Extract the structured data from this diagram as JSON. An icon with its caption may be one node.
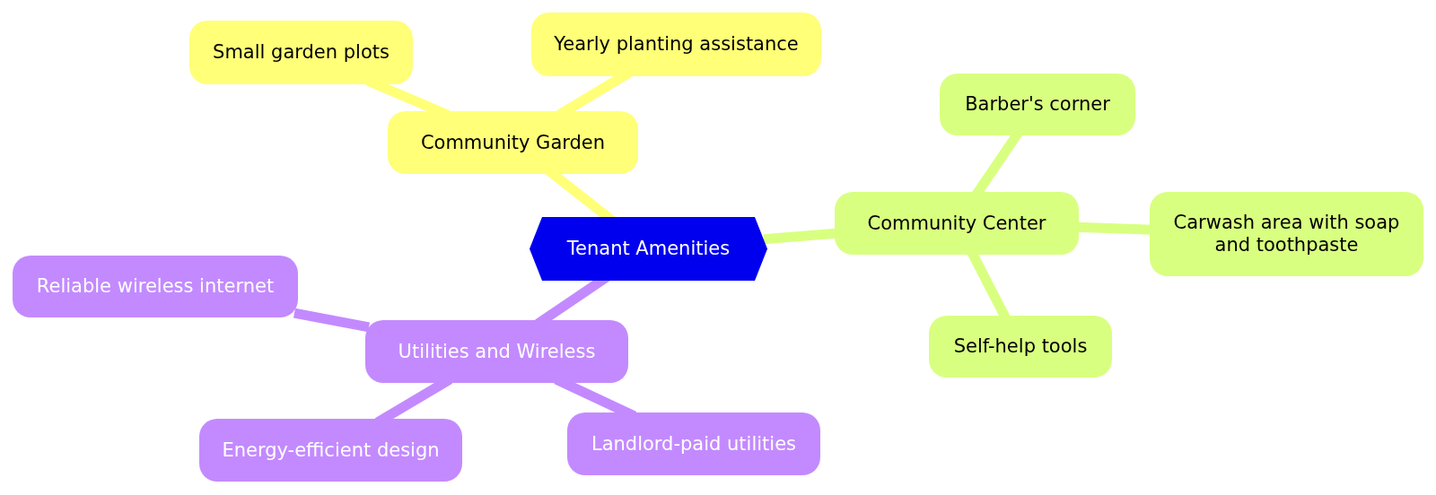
{
  "diagram": {
    "nodes": [
      {
        "text": [
          "Tenant Amenities"
        ]
      },
      {
        "text": [
          "Community Garden"
        ]
      },
      {
        "text": [
          "Small garden plots"
        ]
      },
      {
        "text": [
          "Yearly planting assistance"
        ]
      },
      {
        "text": [
          "Community Center"
        ]
      },
      {
        "text": [
          "Barber's corner"
        ]
      },
      {
        "text": [
          "Carwash area with soap and toothpaste"
        ]
      },
      {
        "text": [
          "Self-help tools"
        ]
      },
      {
        "text": [
          "Utilities and Wireless"
        ]
      },
      {
        "text": [
          "Reliable wireless internet"
        ]
      },
      {
        "text": [
          "Energy-efficient design"
        ]
      },
      {
        "text": [
          "Landlord-paid utilities"
        ]
      }
    ],
    "edges": [
      {
        "from": 0,
        "to": 1,
        "arrow": "none",
        "color": "#ffff78"
      },
      {
        "from": 1,
        "to": 2,
        "arrow": "none",
        "color": "#ffff78"
      },
      {
        "from": 1,
        "to": 3,
        "arrow": "none",
        "color": "#ffff78"
      },
      {
        "from": 0,
        "to": 4,
        "arrow": "none",
        "color": "#d9ff80"
      },
      {
        "from": 4,
        "to": 5,
        "arrow": "none",
        "color": "#d9ff80"
      },
      {
        "from": 4,
        "to": 6,
        "arrow": "none",
        "color": "#d9ff80"
      },
      {
        "from": 4,
        "to": 7,
        "arrow": "none",
        "color": "#d9ff80"
      },
      {
        "from": 0,
        "to": 8,
        "arrow": "none",
        "color": "#c38aff"
      },
      {
        "from": 8,
        "to": 9,
        "arrow": "none",
        "color": "#c38aff"
      },
      {
        "from": 8,
        "to": 10,
        "arrow": "none",
        "color": "#c38aff"
      },
      {
        "from": 8,
        "to": 11,
        "arrow": "none",
        "color": "#c38aff"
      }
    ]
  }
}
